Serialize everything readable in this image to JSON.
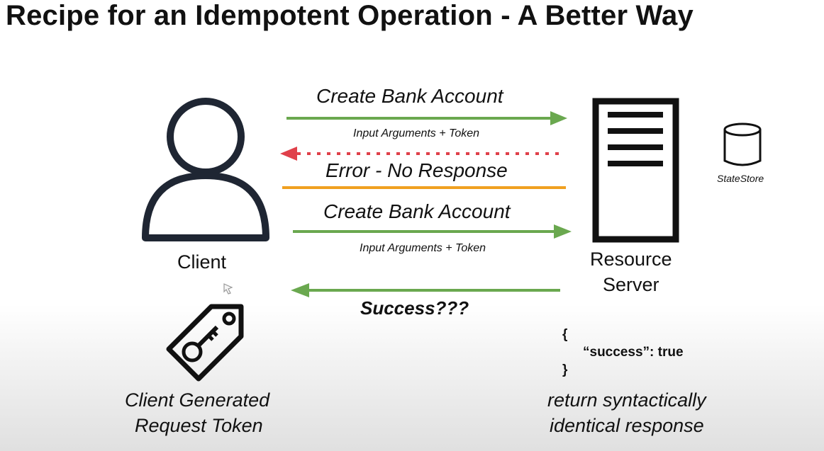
{
  "title": "Recipe for an Idempotent Operation - A Better Way",
  "client": {
    "label": "Client"
  },
  "server": {
    "label_line1": "Resource",
    "label_line2": "Server"
  },
  "state_store": {
    "label": "StateStore"
  },
  "messages": {
    "request1": {
      "title": "Create Bank Account",
      "subtitle": "Input Arguments + Token"
    },
    "error": {
      "title": "Error - No Response"
    },
    "request2": {
      "title": "Create Bank Account",
      "subtitle": "Input Arguments + Token"
    },
    "response": {
      "title": "Success???"
    }
  },
  "token": {
    "caption_line1": "Client Generated",
    "caption_line2": "Request Token"
  },
  "response_body": {
    "open_brace": "{",
    "line": "“success”: true",
    "close_brace": "}",
    "caption_line1": "return syntactically",
    "caption_line2": "identical response"
  },
  "colors": {
    "green_arrow": "#6aa84f",
    "red_dotted": "#e0404a",
    "orange_line": "#f0a020",
    "icon_stroke": "#1f2633"
  },
  "icons": [
    "user-icon",
    "server-icon",
    "database-icon",
    "key-tag-icon",
    "cursor-icon"
  ]
}
